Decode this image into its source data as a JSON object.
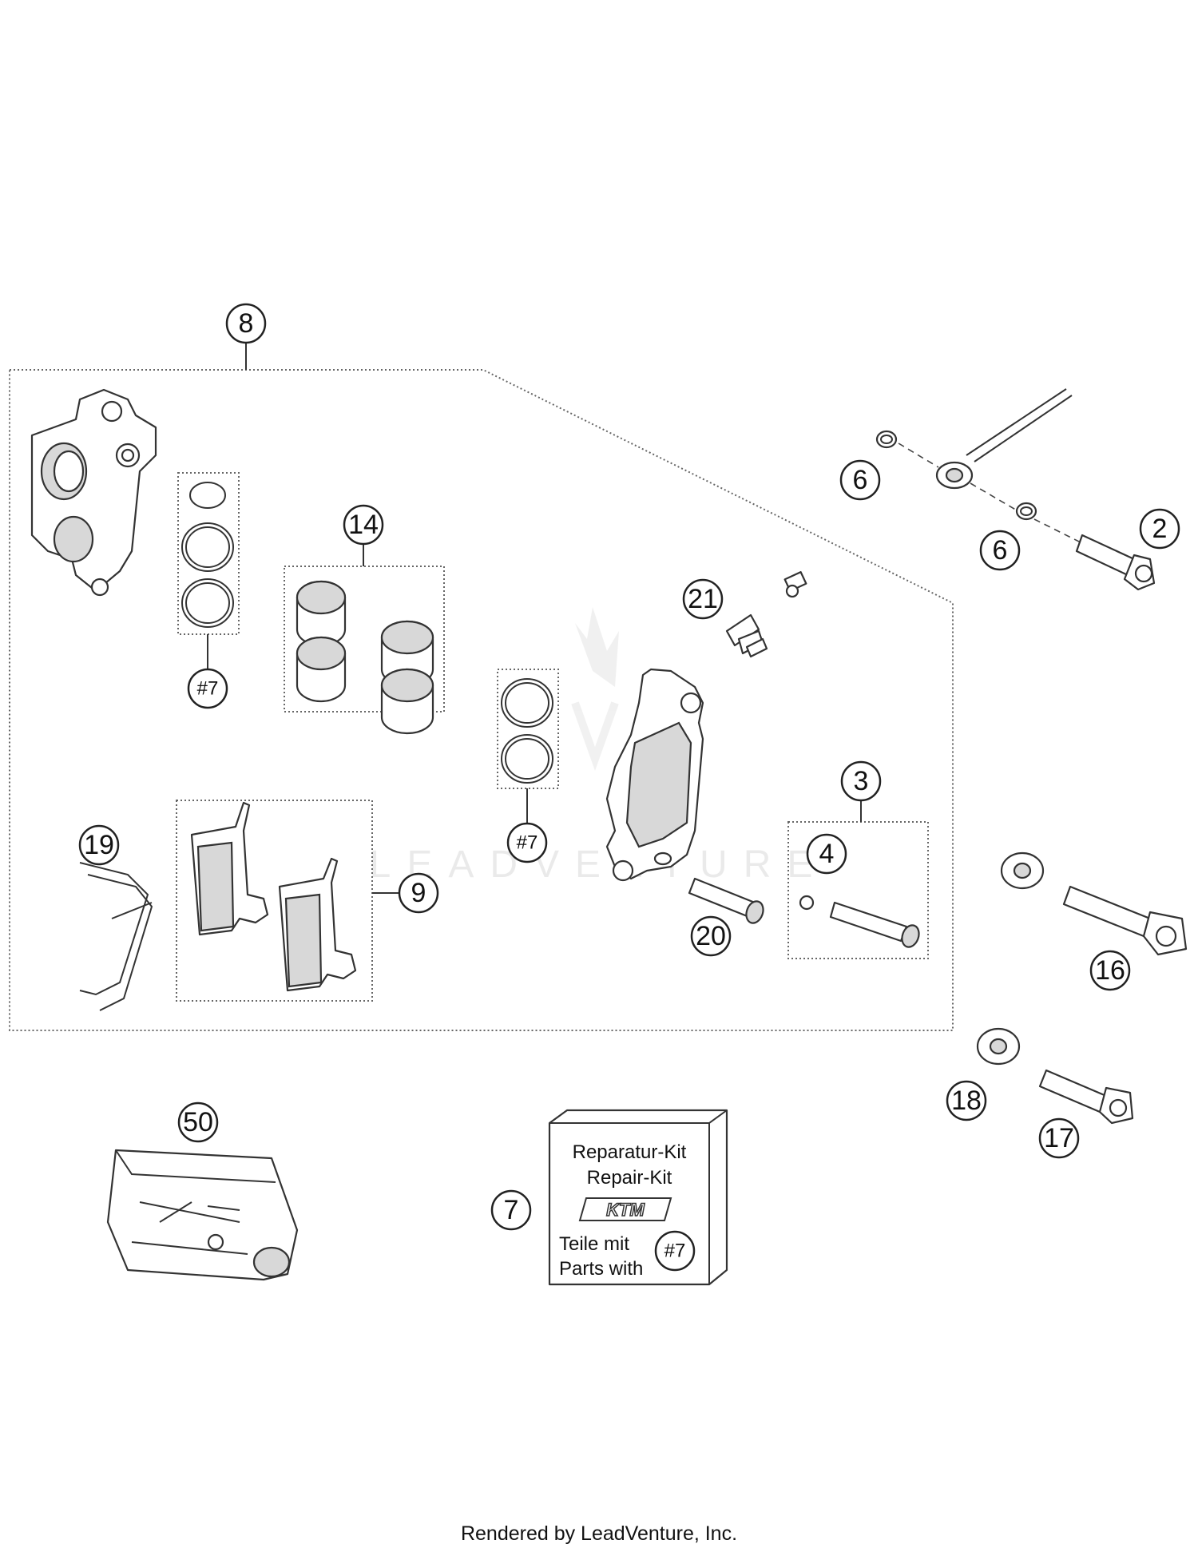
{
  "callouts": {
    "c8": "8",
    "c14": "14",
    "c7a": "#7",
    "c7b": "#7",
    "c21": "21",
    "c6a": "6",
    "c6b": "6",
    "c2": "2",
    "c3": "3",
    "c4": "4",
    "c19": "19",
    "c9": "9",
    "c20": "20",
    "c16": "16",
    "c18": "18",
    "c17": "17",
    "c50": "50",
    "c7": "7",
    "c7kit": "#7"
  },
  "kit_label": {
    "line1": "Reparatur-Kit",
    "line2": "Repair-Kit",
    "line3": "Teile mit",
    "line4": "Parts with"
  },
  "logo_text": "KTM",
  "watermark": "LEADVENTURE",
  "footer": "Rendered by LeadVenture, Inc."
}
